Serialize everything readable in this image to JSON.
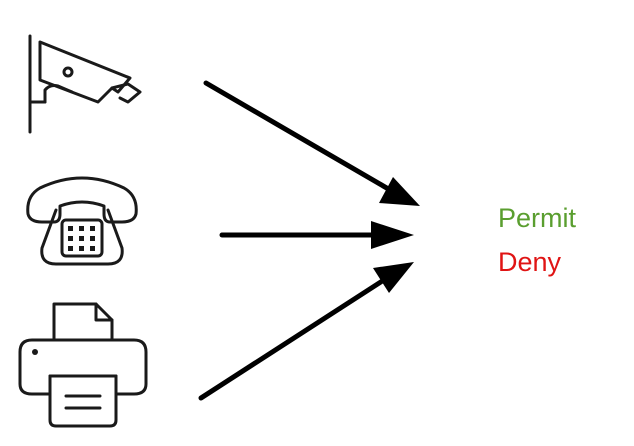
{
  "devices": [
    {
      "id": "camera",
      "icon": "security-camera-icon"
    },
    {
      "id": "phone",
      "icon": "telephone-icon"
    },
    {
      "id": "printer",
      "icon": "printer-icon"
    }
  ],
  "labels": {
    "permit": "Permit",
    "deny": "Deny"
  },
  "colors": {
    "permit": "#5a9e2f",
    "deny": "#e01414",
    "ink": "#000000",
    "icon_stroke": "#1a1a1a"
  }
}
